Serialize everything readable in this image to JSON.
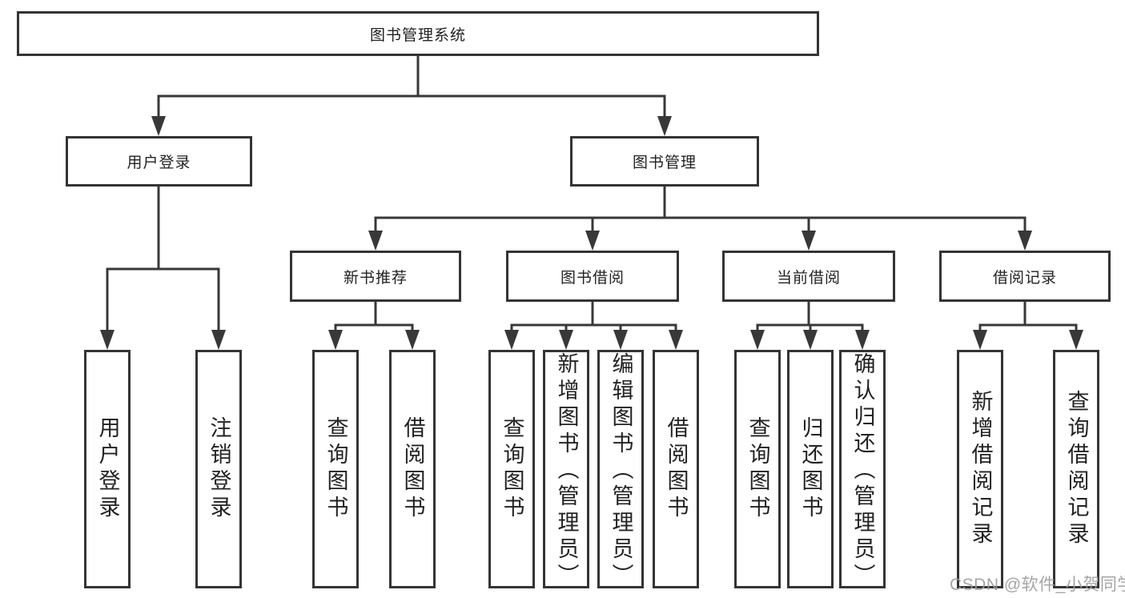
{
  "diagram": {
    "title": "图书管理系统",
    "branches": [
      {
        "label": "用户登录",
        "children": [
          {
            "label": "用户登录"
          },
          {
            "label": "注销登录"
          }
        ]
      },
      {
        "label": "图书管理",
        "children": [
          {
            "label": "新书推荐",
            "children": [
              {
                "label": "查询图书"
              },
              {
                "label": "借阅图书"
              }
            ]
          },
          {
            "label": "图书借阅",
            "children": [
              {
                "label": "查询图书"
              },
              {
                "label": "新增图书（管理员）"
              },
              {
                "label": "编辑图书（管理员）"
              },
              {
                "label": "借阅图书"
              }
            ]
          },
          {
            "label": "当前借阅",
            "children": [
              {
                "label": "查询图书"
              },
              {
                "label": "归还图书"
              },
              {
                "label": "确认归还（管理员）"
              }
            ]
          },
          {
            "label": "借阅记录",
            "children": [
              {
                "label": "新增借阅记录"
              },
              {
                "label": "查询借阅记录"
              }
            ]
          }
        ]
      }
    ]
  },
  "watermark": "CSDN @软件_小贺同学",
  "colors": {
    "line": "#383838",
    "box_border": "#343434",
    "text": "#222222",
    "watermark": "#9c9c9c",
    "background": "#ffffff"
  }
}
